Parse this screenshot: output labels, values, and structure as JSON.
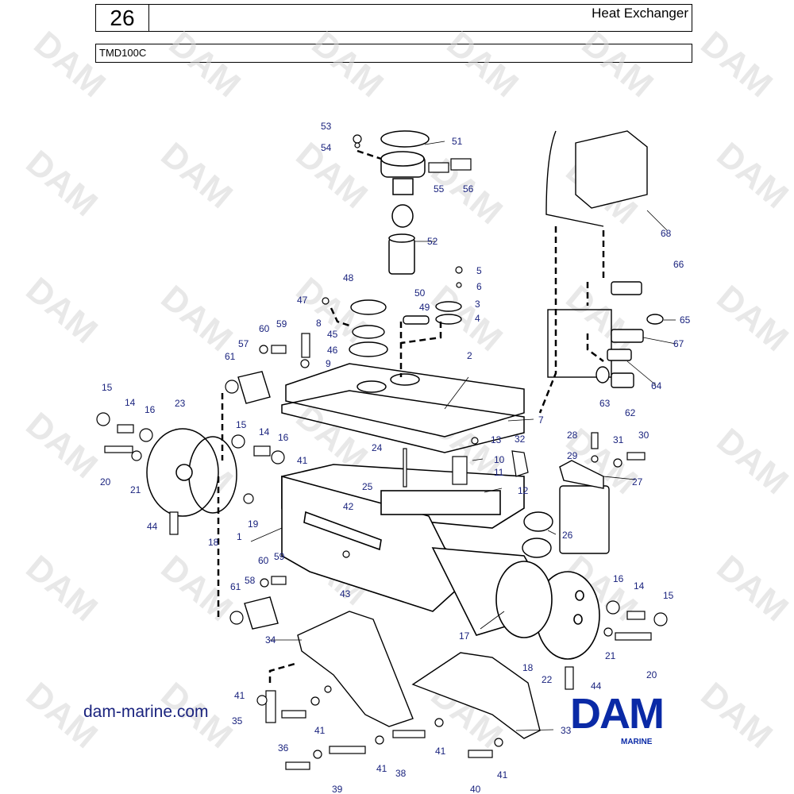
{
  "header": {
    "page_number": "26",
    "title": "Heat Exchanger"
  },
  "model": "TMD100C",
  "watermark_text": "DAM",
  "footer": {
    "website": "dam-marine.com",
    "logo_text": "DAM",
    "logo_subtext": "MARINE"
  },
  "part_labels": [
    "1",
    "2",
    "3",
    "4",
    "5",
    "6",
    "7",
    "8",
    "9",
    "10",
    "11",
    "12",
    "13",
    "14",
    "14",
    "14",
    "15",
    "15",
    "15",
    "16",
    "16",
    "16",
    "17",
    "18",
    "18",
    "19",
    "20",
    "20",
    "21",
    "21",
    "22",
    "23",
    "24",
    "25",
    "26",
    "27",
    "28",
    "29",
    "30",
    "31",
    "32",
    "33",
    "34",
    "35",
    "36",
    "38",
    "39",
    "40",
    "41",
    "41",
    "41",
    "41",
    "41",
    "41",
    "42",
    "43",
    "44",
    "44",
    "45",
    "46",
    "47",
    "48",
    "49",
    "50",
    "51",
    "52",
    "53",
    "54",
    "55",
    "56",
    "57",
    "58",
    "59",
    "59",
    "60",
    "60",
    "61",
    "61",
    "62",
    "63",
    "64",
    "65",
    "66",
    "67",
    "68"
  ],
  "colors": {
    "label": "#1a237e",
    "logo": "#0a2aa6",
    "watermark": "#d6d6d6"
  }
}
